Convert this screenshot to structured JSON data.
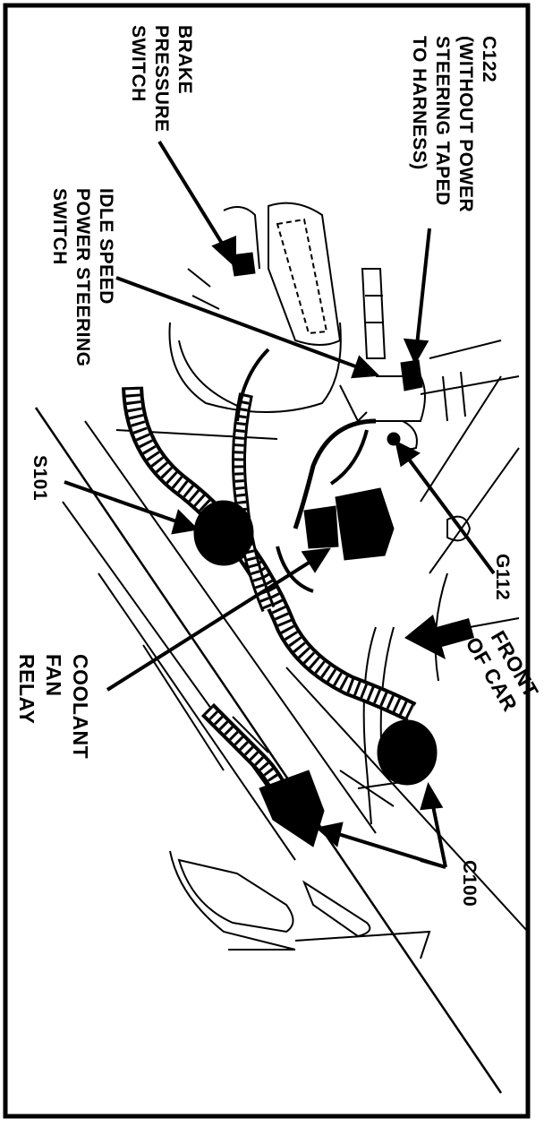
{
  "diagram": {
    "labels": {
      "c122": [
        "C122",
        "(WITHOUT POWER",
        "STEERING TAPED",
        "TO HARNESS)"
      ],
      "brake": [
        "BRAKE",
        "PRESSURE",
        "SWITCH"
      ],
      "idle": [
        "IDLE SPEED",
        "POWER STEERING",
        "SWITCH"
      ],
      "s101": [
        "S101"
      ],
      "g112": [
        "G112"
      ],
      "front": [
        "FRONT",
        "OF CAR"
      ],
      "coolant": [
        "COOLANT",
        "FAN",
        "RELAY"
      ],
      "c100": [
        "C100"
      ]
    },
    "colors": {
      "ink": "#000000",
      "paper": "#ffffff"
    }
  }
}
